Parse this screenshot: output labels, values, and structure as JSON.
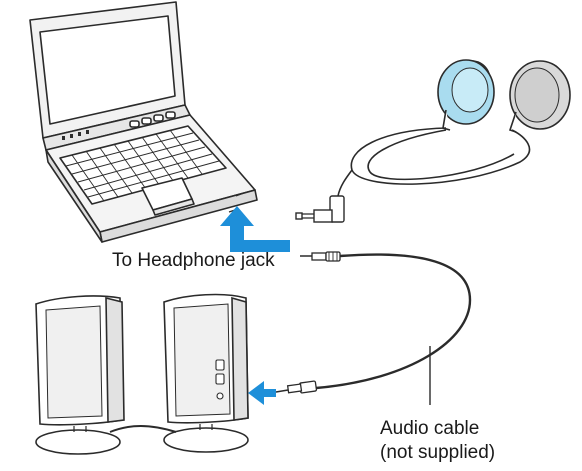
{
  "labels": {
    "headphone_jack": "To Headphone jack",
    "audio_cable": "Audio cable",
    "not_supplied": "(not supplied)"
  },
  "colors": {
    "arrow": "#1e8fd9",
    "headphone_pad": "#a9dcef",
    "line": "#2b2b2b",
    "shade": "#d6d6d6"
  },
  "icons": [
    "laptop-icon",
    "headphones-icon",
    "speaker-icon",
    "audio-plug-icon",
    "arrow-icon"
  ]
}
